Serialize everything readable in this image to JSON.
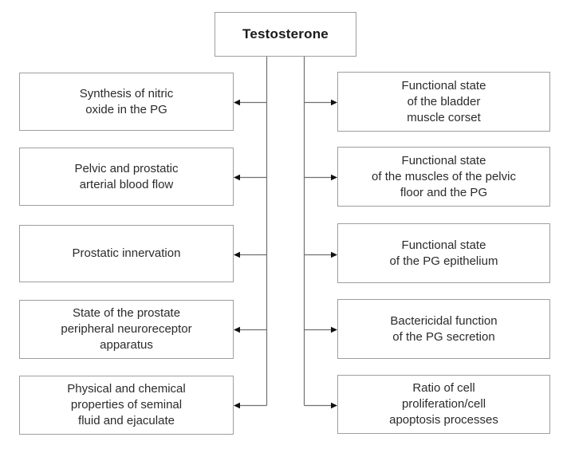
{
  "colors": {
    "background": "#ffffff",
    "box_border": "#9e9e9e",
    "line": "#707070",
    "arrow": "#111111",
    "text": "#2b2b2b"
  },
  "diagram": {
    "root_label": "Testosterone",
    "left_branches": [
      {
        "label": "Synthesis of nitric\noxide in the PG"
      },
      {
        "label": "Pelvic and prostatic\narterial blood flow"
      },
      {
        "label": "Prostatic innervation"
      },
      {
        "label": "State of the prostate\nperipheral neuroreceptor\napparatus"
      },
      {
        "label": "Physical and chemical\nproperties of seminal\nfluid and ejaculate"
      }
    ],
    "right_branches": [
      {
        "label": "Functional state\nof the bladder\nmuscle corset"
      },
      {
        "label": "Functional state\nof the muscles of the pelvic\nfloor and the PG"
      },
      {
        "label": "Functional state\nof the PG epithelium"
      },
      {
        "label": "Bactericidal function\nof the PG secretion"
      },
      {
        "label": "Ratio of cell\nproliferation/cell\napoptosis processes"
      }
    ]
  }
}
